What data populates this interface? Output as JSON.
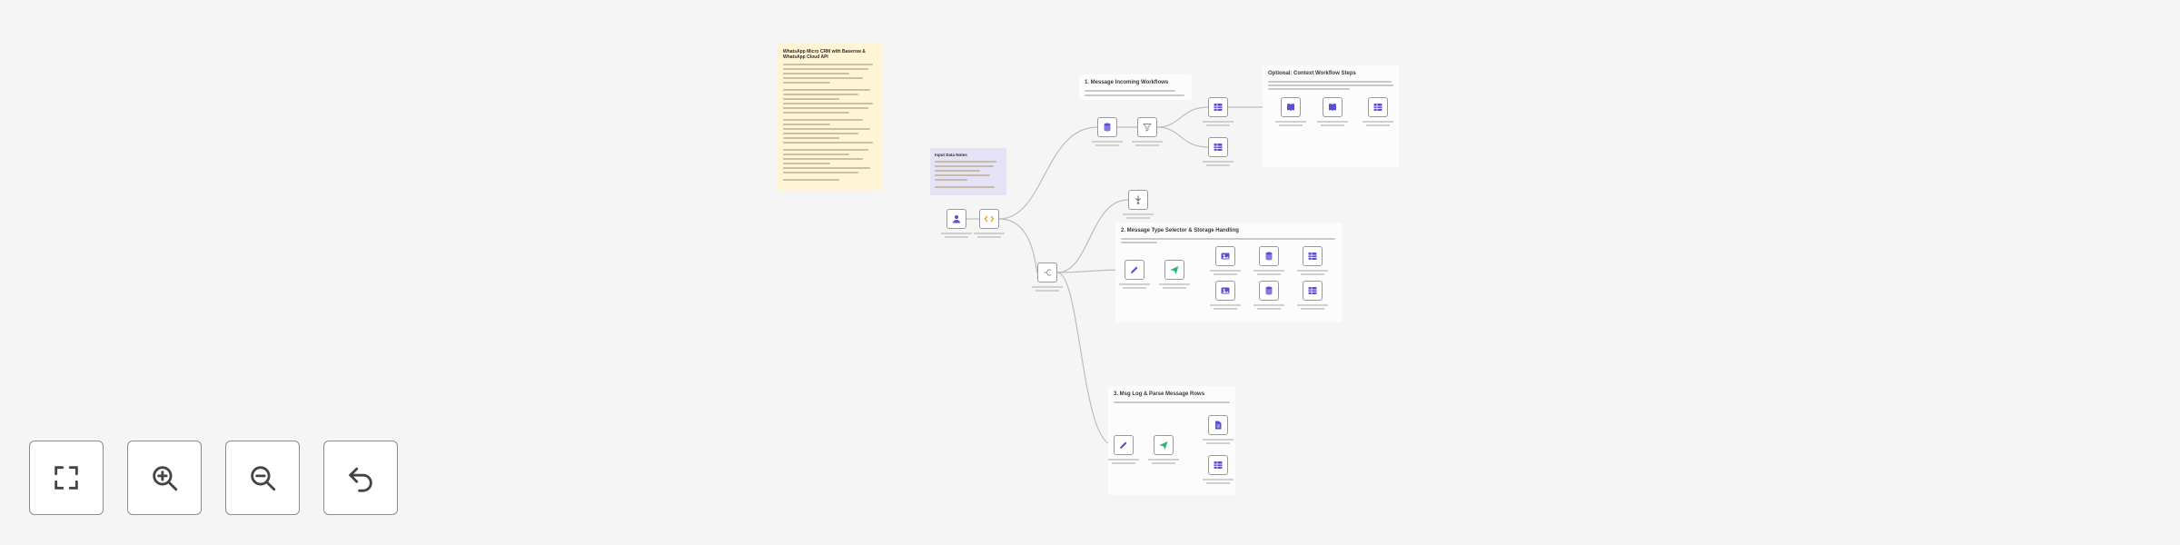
{
  "workflow": {
    "sticky_main": {
      "title": "WhatsApp Micro CRM with Baserow & WhatsApp Cloud API",
      "line_count": 24
    },
    "sticky_input": {
      "title": "Input Data Notes",
      "line_count": 6
    },
    "sections": [
      {
        "id": "s1",
        "title": "1. Message Incoming Workflows",
        "line_count": 2
      },
      {
        "id": "s1b",
        "title": "Optional: Context Workflow Steps",
        "line_count": 3
      },
      {
        "id": "s2",
        "title": "2. Message Type Selector & Storage Handling",
        "line_count": 2
      },
      {
        "id": "s3",
        "title": "3. Msg Log & Parse Message Rows",
        "line_count": 1
      }
    ],
    "node_icons": [
      "user-icon",
      "code-icon",
      "switch-icon",
      "database-icon",
      "filter-icon",
      "table-icon",
      "table-icon",
      "book-icon",
      "book-icon",
      "table-icon",
      "webhook-icon",
      "edit-icon",
      "send-icon",
      "image-icon",
      "database-icon",
      "table-icon",
      "image-icon",
      "database-icon",
      "table-icon",
      "edit-icon",
      "send-icon",
      "doc-icon",
      "table-icon"
    ],
    "colors": {
      "sticky_yellow": "#fff5d6",
      "sticky_purple": "#e6e2f6",
      "node_icon": "#5a4fcf",
      "connector": "#b8b8b8"
    }
  },
  "controls": {
    "fit_view": "fit-view-icon",
    "zoom_in": "zoom-in-icon",
    "zoom_out": "zoom-out-icon",
    "undo": "undo-icon"
  }
}
